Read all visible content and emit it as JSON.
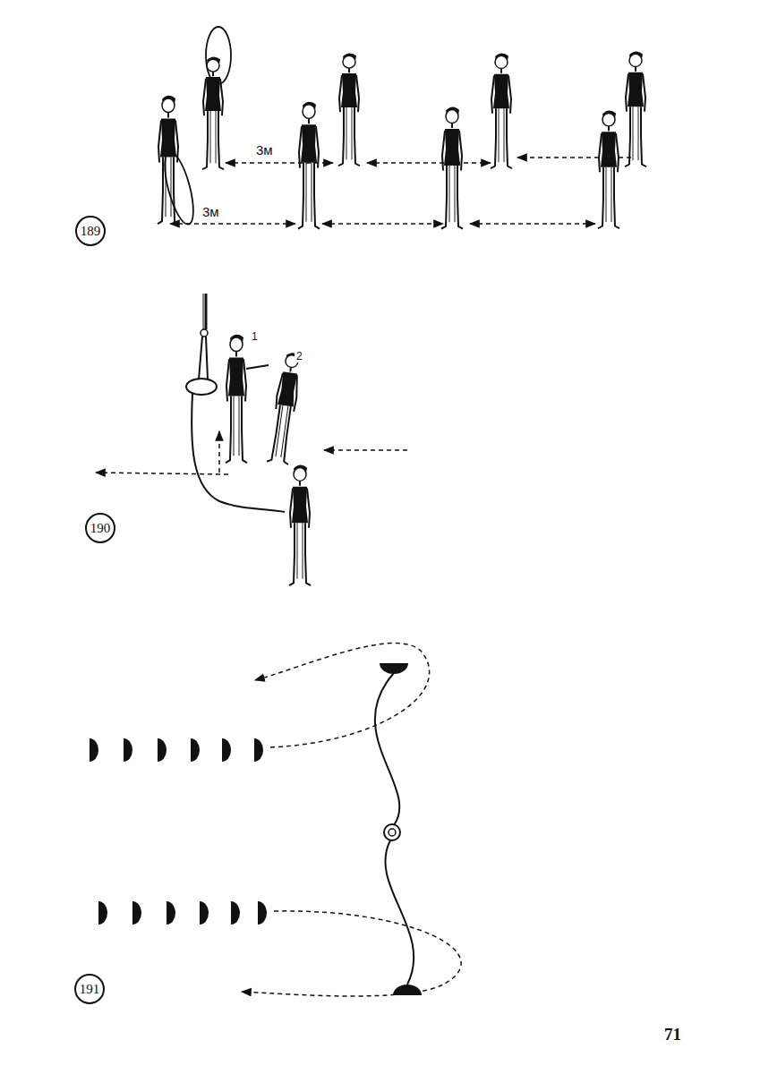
{
  "diagram": {
    "nodes": [
      {
        "text": [
          "189"
        ]
      },
      {
        "text": [
          "190"
        ]
      },
      {
        "text": [
          "191"
        ]
      }
    ],
    "labels": [
      "3м",
      "3м",
      "1",
      "2",
      "71"
    ]
  }
}
